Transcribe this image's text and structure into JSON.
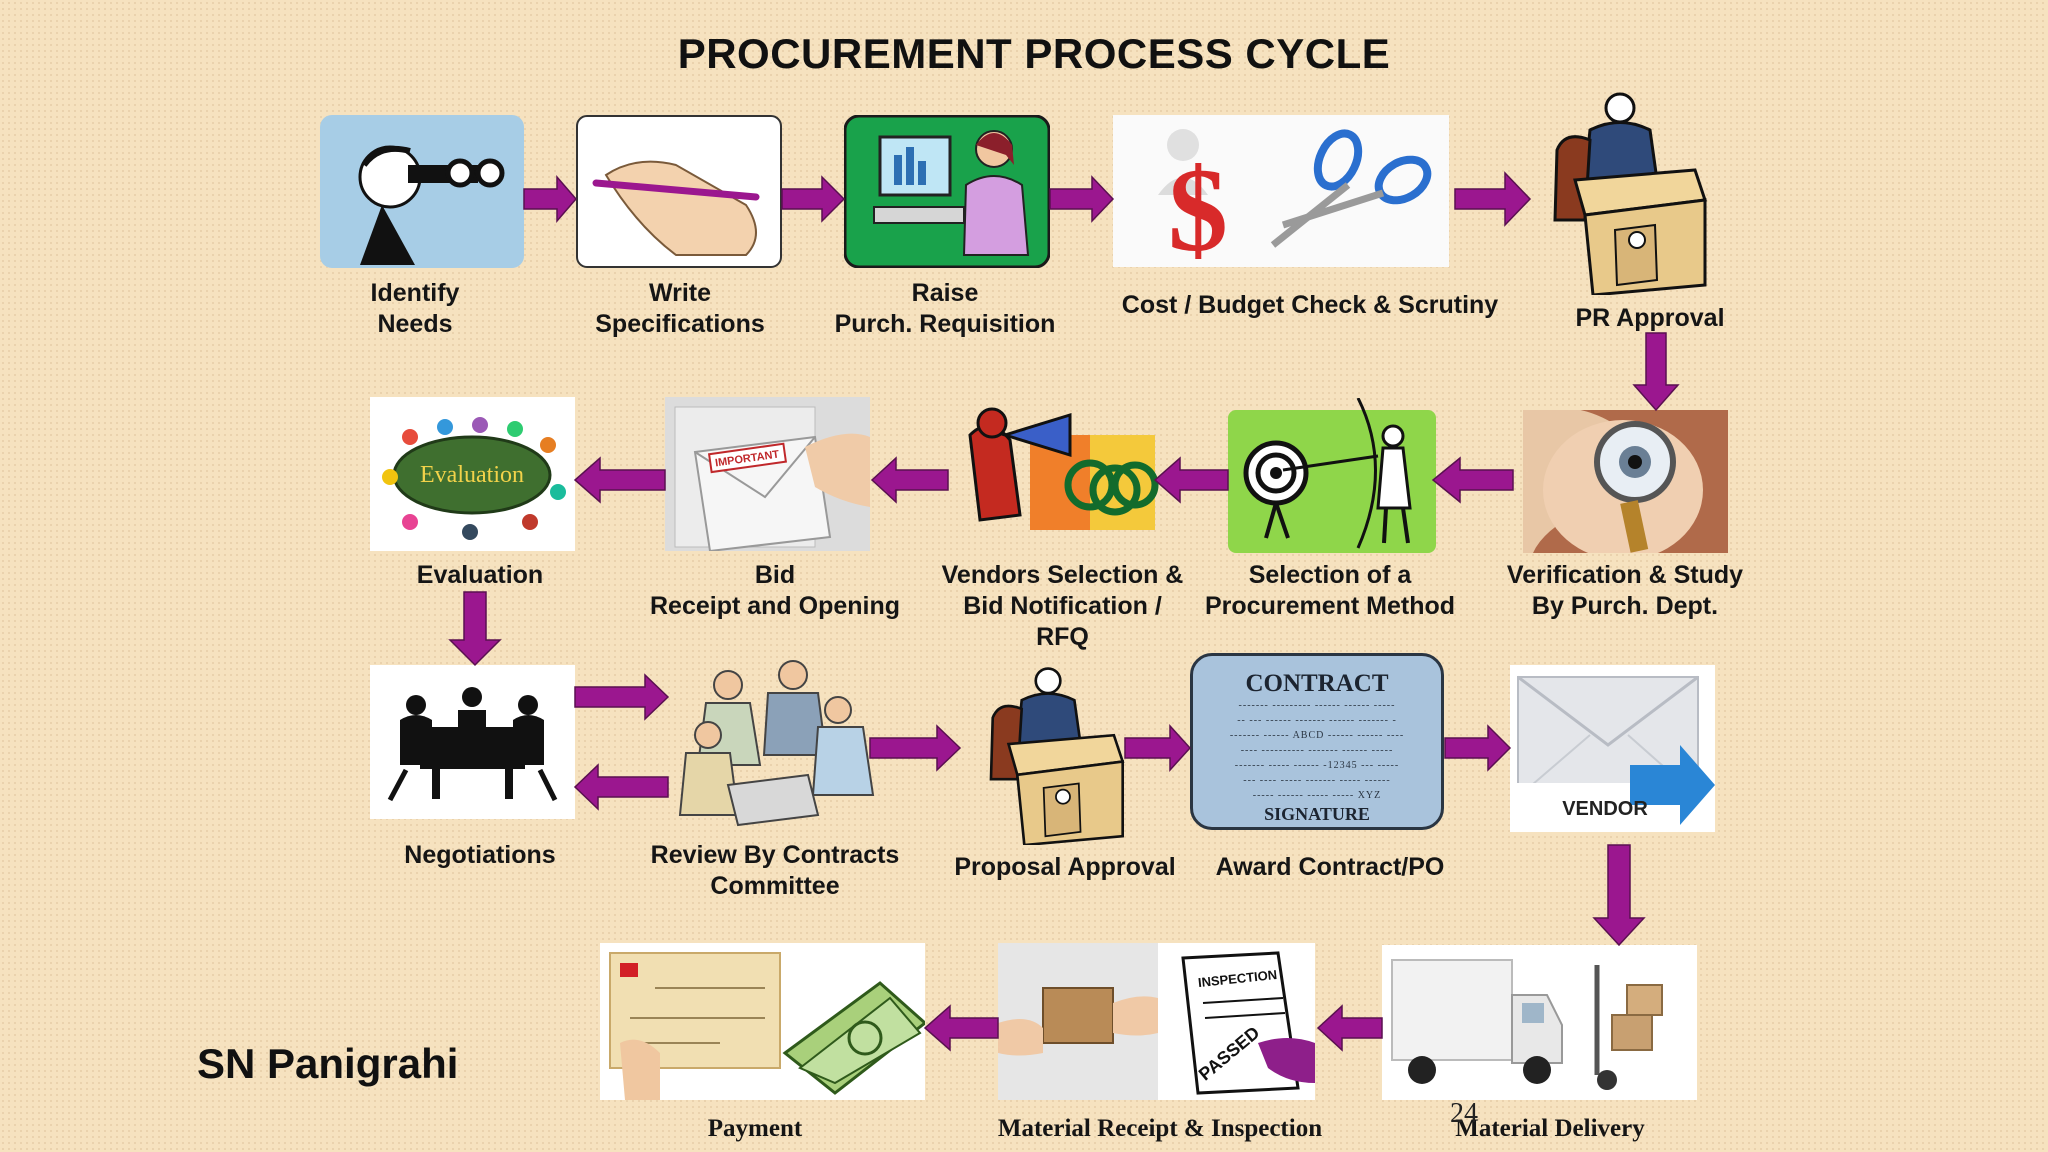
{
  "title": "PROCUREMENT PROCESS  CYCLE",
  "author": "SN Panigrahi",
  "page_number": "24",
  "colors": {
    "arrow": "#9b178f",
    "background": "#f6e2bf"
  },
  "steps": [
    {
      "label": "Identify\nNeeds",
      "icon": "binoculars-icon"
    },
    {
      "label": "Write\nSpecifications",
      "icon": "pen-hand-icon"
    },
    {
      "label": "Raise\nPurch. Requisition",
      "icon": "computer-user-icon"
    },
    {
      "label": "Cost / Budget  Check & Scrutiny",
      "icon": "dollar-scissors-icon"
    },
    {
      "label": "PR  Approval",
      "icon": "desk-approval-icon"
    },
    {
      "label": "Verification  & Study\nBy  Purch. Dept.",
      "icon": "magnifier-icon"
    },
    {
      "label": "Selection of a\nProcurement Method",
      "icon": "archery-target-icon"
    },
    {
      "label": "Vendors Selection &\nBid Notification /\nRFQ",
      "icon": "megaphone-icon"
    },
    {
      "label": "Bid\nReceipt and Opening",
      "icon": "envelope-important-icon"
    },
    {
      "label": "Evaluation",
      "icon": "evaluation-table-icon"
    },
    {
      "label": "Negotiations",
      "icon": "meeting-table-icon"
    },
    {
      "label": "Review By  Contracts\nCommittee",
      "icon": "committee-icon"
    },
    {
      "label": "Proposal  Approval",
      "icon": "desk-approval-icon"
    },
    {
      "label": "Award Contract/PO",
      "icon": "contract-icon"
    },
    {
      "label": "Material Delivery",
      "icon": "truck-icon"
    },
    {
      "label": "Material Receipt & Inspection",
      "icon": "inspection-icon"
    },
    {
      "label": "Payment",
      "icon": "money-icon"
    }
  ],
  "evaluation_text": "Evaluation",
  "important_text": "IMPORTANT",
  "contract": {
    "title": "CONTRACT",
    "signature": "SIGNATURE",
    "field_abcd": "ABCD",
    "field_number": "-12345",
    "field_xyz": "XYZ"
  },
  "vendor_text": "VENDOR",
  "inspection_text": "INSPECTION",
  "passed_text": "PASSED"
}
